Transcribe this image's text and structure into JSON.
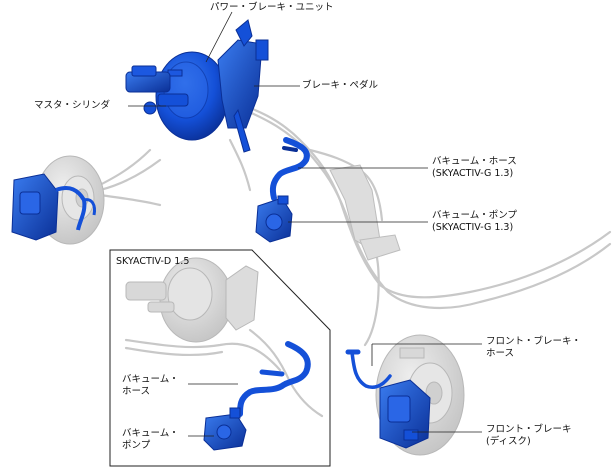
{
  "labels": {
    "power_brake_unit": "パワー・ブレーキ・ユニット",
    "brake_pedal": "ブレーキ・ペダル",
    "master_cylinder": "マスタ・シリンダ",
    "vacuum_hose": {
      "line1": "バキューム・ホース",
      "line2": "(SKYACTIV-G 1.3)"
    },
    "vacuum_pump": {
      "line1": "バキューム・ポンプ",
      "line2": "(SKYACTIV-G 1.3)"
    },
    "inset_title": "SKYACTIV-D 1.5",
    "inset_vacuum_hose": {
      "line1": "バキューム・",
      "line2": "ホース"
    },
    "inset_vacuum_pump": {
      "line1": "バキューム・",
      "line2": "ポンプ"
    },
    "front_brake_hose": {
      "line1": "フロント・ブレーキ・",
      "line2": "ホース"
    },
    "front_brake_disc": {
      "line1": "フロント・ブレーキ",
      "line2": "(ディスク)"
    }
  },
  "colors": {
    "highlight_blue": "#1450d8",
    "highlight_dark": "#0a2f96",
    "ghost_gray": "#d4d4d4",
    "ghost_line": "#b8b8b8",
    "leader": "#222222"
  }
}
